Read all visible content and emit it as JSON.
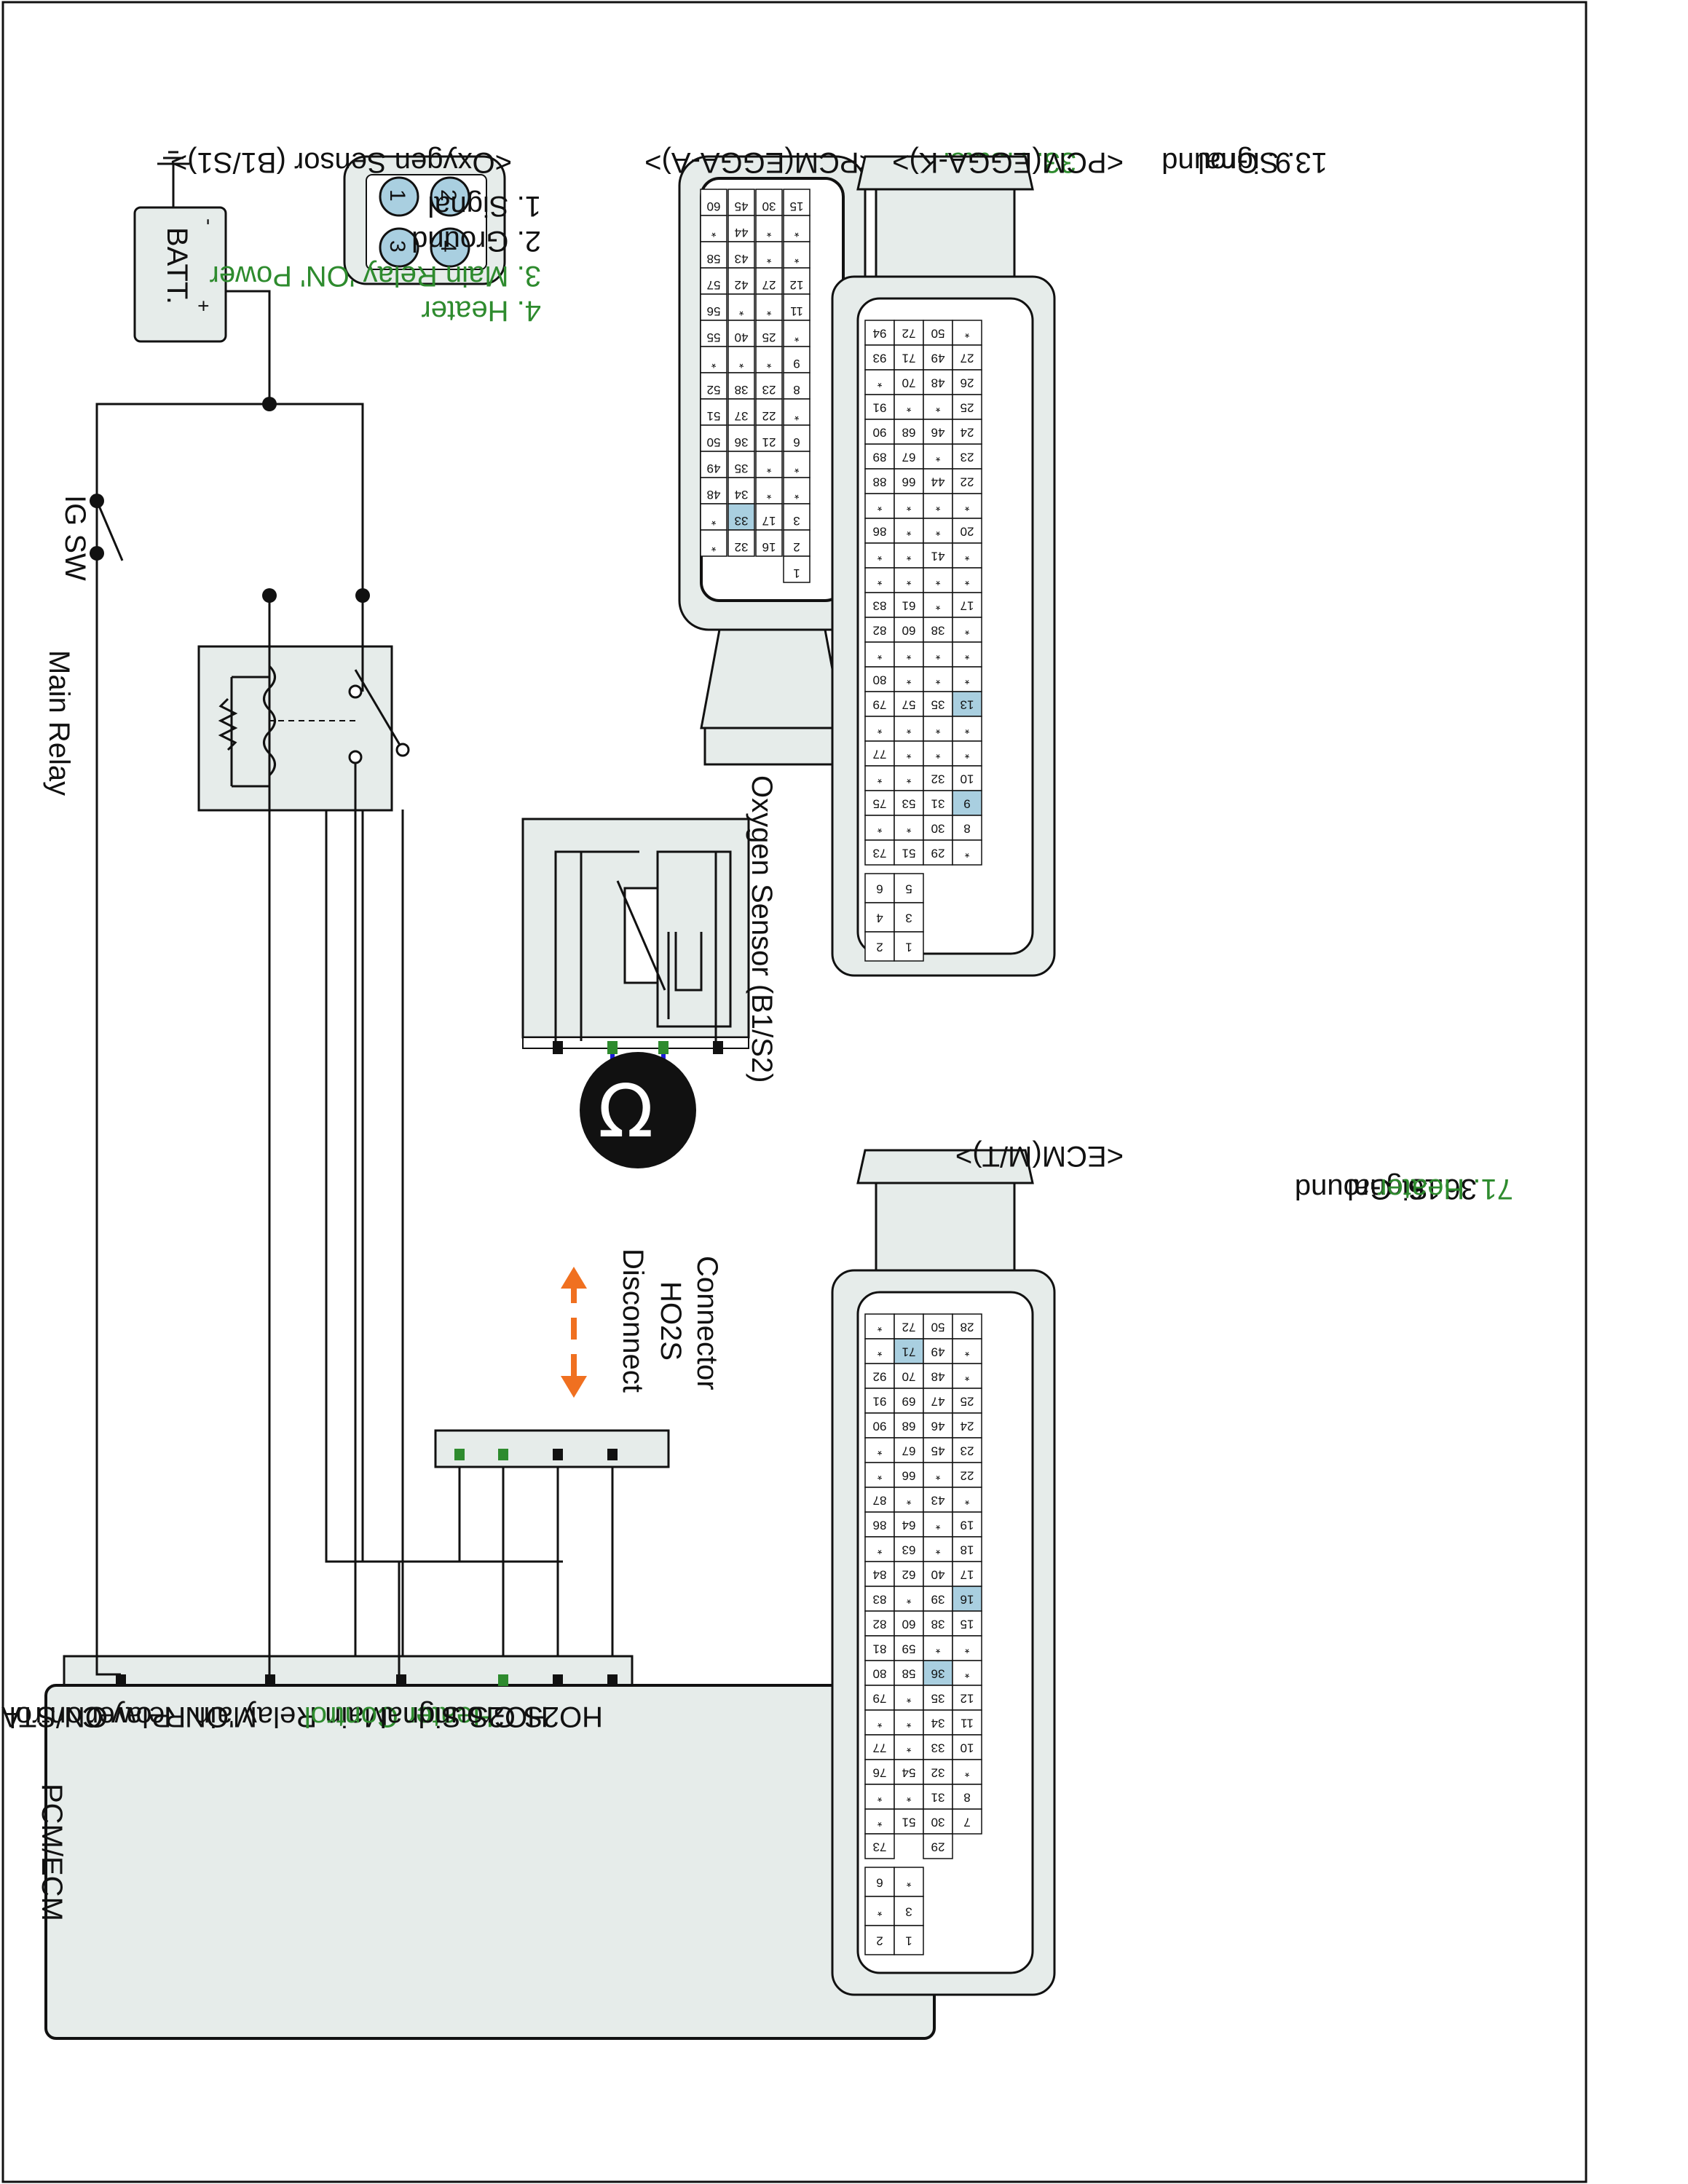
{
  "labels": {
    "batt": "BATT.",
    "ig_sw": "IG SW",
    "main_relay": "Main Relay",
    "o2_b1s2": "Oxygen Sensor (B1/S2)",
    "disconnect": [
      "Disconnect",
      "HO2S",
      "Connector"
    ],
    "pcm_ecm": "PCM/ECM",
    "pcm_terminals": [
      "ON/START Input",
      "Main Relay Control",
      "Main Relay 'ON' Power",
      "Heater Control",
      "HO2S  Signal",
      "HO2S  Ground"
    ],
    "o2_b1s1_title": "<Oxygen Sensor (B1/S1)>",
    "o2_b1s1_pins": [
      "1. Signal",
      "2. Ground",
      "3. Main Relay 'ON' Power",
      "4. Heater"
    ],
    "o2_b1s1_connector_pins": [
      "2",
      "1",
      "4",
      "3"
    ],
    "egga_a_title": "<PCM(EGGA-A)>",
    "egga_a_pins": [
      "33. Heater"
    ],
    "egga_k_title": "<PCM(EGGA-K)>",
    "egga_k_pins": [
      "9. Ground",
      "13. Signal"
    ],
    "ecm_mt_title": "<ECM(M/T)>",
    "ecm_mt_pins": [
      "16. Ground",
      "36. Signal",
      "71. Heater"
    ]
  },
  "colors": {
    "highlight_text": "#2e8b2e",
    "heater_wire": "#1a1adb",
    "arrow": "#f07020",
    "connector_fill": "#e6ecea",
    "pin_highlight": "#a9cfe0"
  },
  "connector_grids": {
    "egga_a": [
      [
        "60",
        "*",
        "58",
        "57",
        "56",
        "55",
        "*",
        "52",
        "51",
        "50",
        "49",
        "48",
        "*",
        "*"
      ],
      [
        "45",
        "44",
        "43",
        "42",
        "*",
        "40",
        "*",
        "38",
        "37",
        "36",
        "35",
        "34",
        "33",
        "32"
      ],
      [
        "30",
        "*",
        "*",
        "27",
        "*",
        "25",
        "*",
        "23",
        "22",
        "21",
        "*",
        "*",
        "17",
        "16"
      ],
      [
        "15",
        "*",
        "*",
        "12",
        "11",
        "*",
        "9",
        "8",
        "*",
        "6",
        "*",
        "*",
        "3",
        "2",
        "1"
      ]
    ],
    "egga_k": [
      [
        "94",
        "93",
        "*",
        "91",
        "90",
        "89",
        "88",
        "*",
        "86",
        "*",
        "*",
        "83",
        "82",
        "*",
        "80",
        "79",
        "*",
        "77",
        "*",
        "75",
        "*",
        "73"
      ],
      [
        "72",
        "71",
        "70",
        "*",
        "68",
        "67",
        "66",
        "*",
        "*",
        "*",
        "*",
        "61",
        "60",
        "*",
        "*",
        "57",
        "*",
        "*",
        "*",
        "53",
        "*",
        "51"
      ],
      [
        "50",
        "49",
        "48",
        "*",
        "46",
        "*",
        "44",
        "*",
        "*",
        "41",
        "*",
        "*",
        "38",
        "*",
        "*",
        "35",
        "*",
        "*",
        "32",
        "31",
        "30",
        "29"
      ],
      [
        "*",
        "27",
        "26",
        "25",
        "24",
        "23",
        "22",
        "*",
        "20",
        "*",
        "*",
        "17",
        "*",
        "*",
        "*",
        "13",
        "*",
        "*",
        "10",
        "9",
        "8",
        "*"
      ]
    ],
    "egga_k_aux": [
      [
        "6",
        "5"
      ],
      [
        "4",
        "3"
      ],
      [
        "2",
        "1"
      ]
    ],
    "ecm_mt": [
      [
        "*",
        "*",
        "92",
        "91",
        "90",
        "*",
        "*",
        "87",
        "86",
        "*",
        "84",
        "83",
        "82",
        "81",
        "80",
        "79",
        "*",
        "77",
        "76",
        "*",
        "*",
        "73"
      ],
      [
        "72",
        "71",
        "70",
        "69",
        "68",
        "67",
        "66",
        "*",
        "64",
        "63",
        "62",
        "*",
        "60",
        "59",
        "58",
        "*",
        "*",
        "*",
        "54",
        "*",
        "51"
      ],
      [
        "50",
        "49",
        "48",
        "47",
        "46",
        "45",
        "*",
        "43",
        "*",
        "*",
        "40",
        "39",
        "38",
        "*",
        "36",
        "35",
        "34",
        "33",
        "32",
        "31",
        "30",
        "29"
      ],
      [
        "28",
        "*",
        "*",
        "25",
        "24",
        "23",
        "22",
        "*",
        "19",
        "18",
        "17",
        "16",
        "15",
        "*",
        "*",
        "12",
        "11",
        "10",
        "*",
        "8",
        "7"
      ]
    ],
    "ecm_mt_aux": [
      [
        "6",
        "*"
      ],
      [
        "*",
        "3"
      ],
      [
        "2",
        "1"
      ]
    ],
    "highlighted": {
      "egga_a": [
        "33"
      ],
      "egga_k": [
        "13",
        "9"
      ],
      "ecm_mt": [
        "71",
        "36",
        "16"
      ]
    }
  }
}
